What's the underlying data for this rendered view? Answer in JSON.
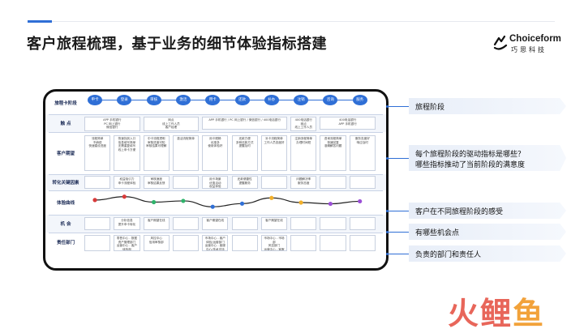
{
  "header": {
    "title": "客户旅程梳理，基于业务的细节体验指标搭建"
  },
  "logo": {
    "brand": "Choiceform",
    "brand_cn": "巧思科技"
  },
  "journey_map": {
    "row_labels": [
      "旅程卡阶段",
      "触  点",
      "客户期望",
      "转化关键因素",
      "体验曲线",
      "机  会",
      "责任部门"
    ],
    "stages": [
      "申卡",
      "登录",
      "审核",
      "激活",
      "用卡",
      "还款",
      "补办",
      "注销",
      "咨询",
      "服务"
    ],
    "touchpoints": [
      "APP 手机银行\nPC 网上银行\n微信银行",
      "网点\n线上工作人员\n客户经理",
      "APP 手机银行 / PC 网上银行 / 微信银行 / 400电话银行",
      "400电话银行\n网点\n线上工作人员",
      "400电话银行\nAPP 手机银行"
    ],
    "expectations": [
      "流程简单\n不麻烦\n快速建设进度",
      "快速找到入口\n信息填写简单\n无需重复填写\n线上申卡方便",
      "中卡流程透明\n审核进度可知\n审核结果可理解",
      "激活流程简单",
      "用卡顺畅\n优惠多\n使用体验好",
      "还款方便\n多种还款方式\n提醒及时",
      "补卡流程简单\n工作人员态度好",
      "注销流程简单\n办理时间短",
      "咨询流程简单\n快速回复\n准确解答问题",
      "服务态度好\n响应及时"
    ],
    "conversion": [
      "",
      "权益吸引力\n申卡流程体验",
      "审核速度\n审核结果反馈",
      "",
      "用卡场景\n优惠活动\n权益体验",
      "还款便捷性\n提醒服务",
      "",
      "问题解决率\n服务态度",
      "",
      ""
    ],
    "opportunities": [
      "",
      "分析信息\n提升申卡转化",
      "客户期望在线",
      "",
      "客户期望在线",
      "",
      "客户期望在线",
      "",
      "",
      ""
    ],
    "departments": [
      "",
      "零售中心 - 数据资产管理部门\n运营中心 - 客户体验部",
      "风控中心\n信用审核部",
      "",
      "市场中心 - 客户体验/运营部门\n运营中心 - 客服中心/技术支持",
      "",
      "市场中心 - 市场部\n风控部门\n运营中心 - 客服部",
      "",
      "",
      ""
    ]
  },
  "curve": {
    "values": [
      62,
      78,
      52,
      58,
      30,
      45,
      72,
      50,
      44,
      56
    ],
    "colors": [
      "#d83a3a",
      "#d83a3a",
      "#2fb36b",
      "#2fb36b",
      "#2f6fd6",
      "#2f6fd6",
      "#f2b02b",
      "#f2b02b",
      "#9b4fd6",
      "#9b4fd6"
    ]
  },
  "annotations": [
    {
      "text": "旅程阶段"
    },
    {
      "text": "每个旅程阶段的驱动指标是哪些？",
      "text2": "哪些指标推动了当前阶段的满意度"
    },
    {
      "text": "客户在不同旅程阶段的感受"
    },
    {
      "text": "有哪些机会点"
    },
    {
      "text": "负责的部门和责任人"
    }
  ],
  "watermark": {
    "char1": "火",
    "char2": "鲤",
    "char3": "鱼"
  },
  "colors": {
    "accent": "#2f6fd6",
    "border": "#111111",
    "watermark_red": "#e8665a",
    "watermark_orange": "#f2a23a"
  }
}
